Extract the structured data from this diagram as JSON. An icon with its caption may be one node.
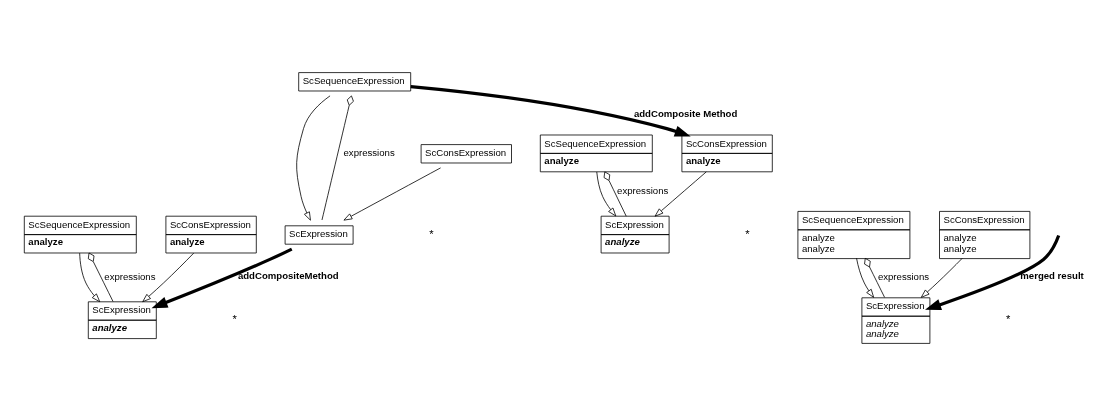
{
  "diagram": {
    "nodes": [
      {
        "text": [
          "ScExpression"
        ]
      },
      {
        "text": [
          "ScConsExpression"
        ]
      },
      {
        "text": [
          "ScSequenceExpression"
        ]
      },
      {
        "text": [
          "ScExpression",
          "analyze"
        ]
      },
      {
        "text": [
          "ScConsExpression",
          "analyze"
        ]
      },
      {
        "text": [
          "ScSequenceExpression",
          "analyze"
        ]
      },
      {
        "text": [
          "ScExpression",
          "analyze"
        ]
      },
      {
        "text": [
          "ScConsExpression",
          "analyze"
        ]
      },
      {
        "text": [
          "ScSequenceExpression",
          "analyze"
        ]
      },
      {
        "text": [
          "ScExpression",
          "analyze",
          "analyze"
        ]
      },
      {
        "text": [
          "ScConsExpression",
          "analyze",
          "analyze"
        ]
      },
      {
        "text": [
          "ScSequenceExpression",
          "analyze",
          "analyze"
        ]
      }
    ],
    "edges": [
      {
        "from": 1,
        "to": 0,
        "arrow": "to"
      },
      {
        "from": 2,
        "to": 0,
        "arrow": "to"
      },
      {
        "from": 2,
        "to": 0,
        "arrow": "other",
        "label": "expressions"
      },
      {
        "from": 4,
        "to": 3,
        "arrow": "to"
      },
      {
        "from": 5,
        "to": 3,
        "arrow": "to"
      },
      {
        "from": 5,
        "to": 3,
        "arrow": "other",
        "label": "expressions"
      },
      {
        "from": 7,
        "to": 6,
        "arrow": "to"
      },
      {
        "from": 8,
        "to": 6,
        "arrow": "to"
      },
      {
        "from": 8,
        "to": 6,
        "arrow": "other",
        "label": "expressions"
      },
      {
        "from": 10,
        "to": 9,
        "arrow": "to"
      },
      {
        "from": 11,
        "to": 9,
        "arrow": "to"
      },
      {
        "from": 11,
        "to": 9,
        "arrow": "other",
        "label": "expressions"
      },
      {
        "from": 2,
        "to": 4,
        "arrow": "to",
        "label": "addComposite Method",
        "style": "thick"
      },
      {
        "from": 0,
        "to": 6,
        "arrow": "to",
        "label": "addCompositeMethod",
        "style": "thick"
      },
      {
        "from": null,
        "to": 9,
        "arrow": "to",
        "label": "merged result",
        "style": "thick"
      }
    ],
    "labels": [
      "*",
      "*",
      "*",
      "*"
    ]
  }
}
